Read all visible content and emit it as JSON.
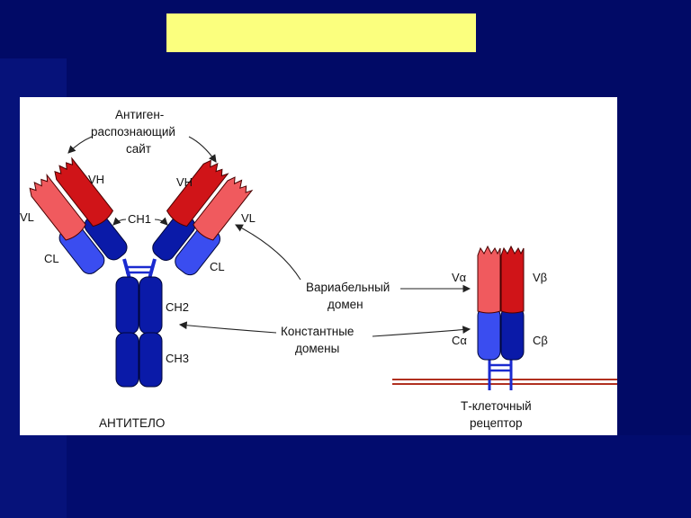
{
  "slide": {
    "title": "",
    "background_color": "#010a66",
    "title_box_color": "#fbff7e"
  },
  "diagram": {
    "antigen_site_line1": "Антиген-",
    "antigen_site_line2": "распознающий",
    "antigen_site_line3": "сайт",
    "antibody_label": "АНТИТЕЛО",
    "variable_domain_line1": "Вариабельный",
    "variable_domain_line2": "домен",
    "constant_domains_line1": "Константные",
    "constant_domains_line2": "домены",
    "tcr_line1": "Т-клеточный",
    "tcr_line2": "рецептор",
    "vh_left": "VH",
    "vh_right": "VH",
    "vl_left": "VL",
    "vl_right": "VL",
    "ch1": "CH1",
    "cl_left": "CL",
    "cl_right": "CL",
    "ch2": "CH2",
    "ch3": "CH3",
    "v_alpha": "Vα",
    "v_beta": "Vβ",
    "c_alpha": "Cα",
    "c_beta": "Cβ",
    "colors": {
      "heavy_variable": "#d01418",
      "light_variable": "#f05a5e",
      "heavy_constant": "#0a1aa8",
      "light_constant": "#3a4df0",
      "membrane": "#b03020"
    }
  }
}
